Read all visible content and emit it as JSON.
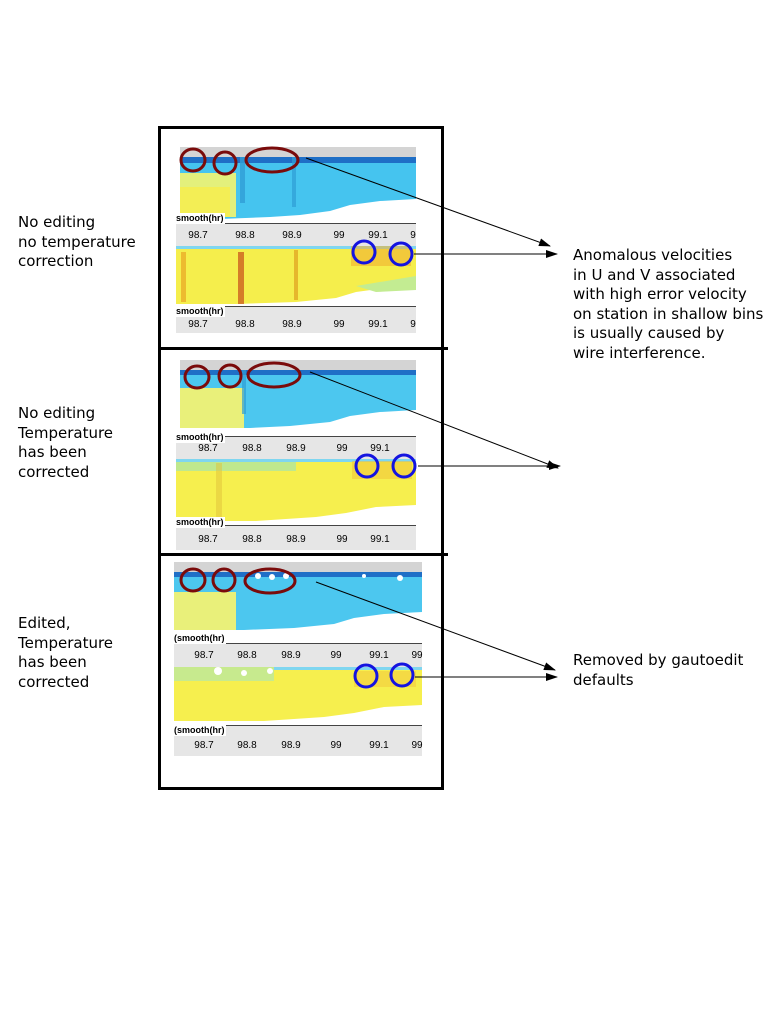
{
  "sections": [
    {
      "label": "No editing\nno temperature\ncorrection",
      "top_panel": {
        "ticks": [
          "98.7",
          "98.8",
          "98.9",
          "99",
          "99.1",
          "9"
        ],
        "smooth_label": "smooth(hr)"
      },
      "bottom_panel": {
        "ticks": [
          "98.7",
          "98.8",
          "98.9",
          "99",
          "99.1",
          "9"
        ],
        "smooth_label": "smooth(hr)"
      }
    },
    {
      "label": "No editing\nTemperature\nhas been\ncorrected",
      "top_panel": {
        "ticks": [
          "98.7",
          "98.8",
          "98.9",
          "99",
          "99.1"
        ],
        "smooth_label": "smooth(hr)"
      },
      "bottom_panel": {
        "ticks": [
          "98.7",
          "98.8",
          "98.9",
          "99",
          "99.1"
        ],
        "smooth_label": "smooth(hr)"
      }
    },
    {
      "label": "Edited,\nTemperature\nhas been\ncorrected",
      "top_panel": {
        "ticks": [
          "98.7",
          "98.8",
          "98.9",
          "99",
          "99.1",
          "99"
        ],
        "smooth_label": "(smooth(hr)"
      },
      "bottom_panel": {
        "ticks": [
          "98.7",
          "98.8",
          "98.9",
          "99",
          "99.1",
          "99"
        ],
        "smooth_label": "(smooth(hr)"
      }
    }
  ],
  "annotations": {
    "anomalous": "Anomalous velocities\nin U and V associated\nwith high error velocity\non station in shallow bins\nis usually caused by\nwire interference.",
    "removed": "Removed by gautoedit\ndefaults"
  },
  "colors": {
    "ellipse": "#7a0b0b",
    "circle": "#1414e0",
    "velocity_cyan": "#3fc3ef",
    "velocity_yellow": "#f5f04a"
  }
}
